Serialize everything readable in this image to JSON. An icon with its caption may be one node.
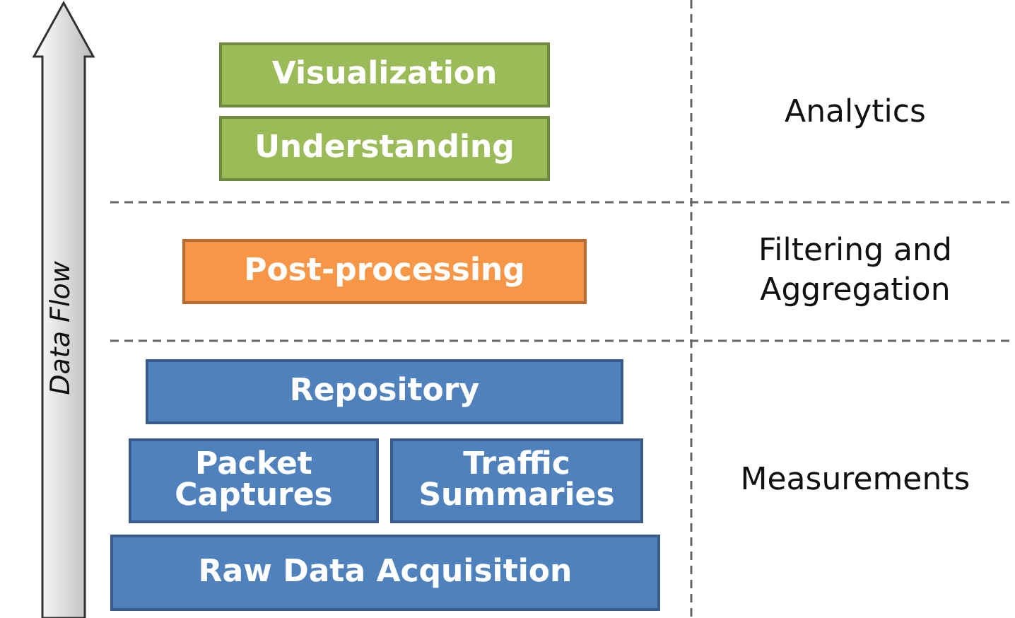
{
  "diagram": {
    "nodes": [
      {
        "text": [
          "Visualization"
        ]
      },
      {
        "text": [
          "Understanding"
        ]
      },
      {
        "text": [
          "Post-processing"
        ]
      },
      {
        "text": [
          "Repository"
        ]
      },
      {
        "text": [
          "Packet Captures"
        ]
      },
      {
        "text": [
          "Traffic Summaries"
        ]
      },
      {
        "text": [
          "Raw Data Acquisition"
        ]
      }
    ],
    "labels": [
      "Data Flow",
      "Analytics",
      "Filtering and Aggregation",
      "Measurements"
    ]
  }
}
